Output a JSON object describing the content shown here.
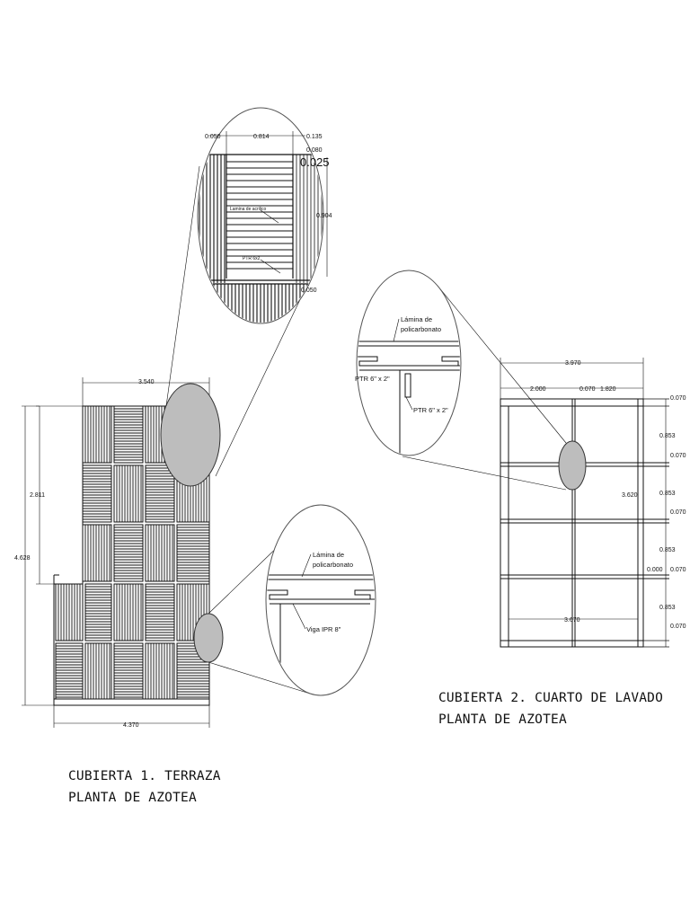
{
  "drawing1": {
    "title_line1": "CUBIERTA 1. TERRAZA",
    "title_line2": "PLANTA DE AZOTEA",
    "dims": {
      "top_width": "3.540",
      "bottom_width": "4.370",
      "left_inner_height": "2.811",
      "left_outer_height": "4.628"
    },
    "detail_top": {
      "dims": {
        "d1": "0.050",
        "d2": "0.814",
        "d3": "0.135",
        "d4": "0.080",
        "d5": "0.025",
        "d6": "0.904",
        "d7": "0.050"
      },
      "note1": "Lamina de acrilico",
      "note2": "PTR 6x2"
    },
    "detail_bottom": {
      "note1_line1": "Lámina de",
      "note1_line2": "policarbonato",
      "note2": "Viga IPR 8\""
    }
  },
  "drawing2": {
    "title_line1": "CUBIERTA 2. CUARTO DE LAVADO",
    "title_line2": "PLANTA DE AZOTEA",
    "dims": {
      "overall_width": "3.970",
      "w1": "2.000",
      "w2": "0.070",
      "w3": "1.820",
      "height": "3.620",
      "inner_width": "3.670",
      "r1": "0.070",
      "r2": "0.853",
      "r3": "0.070",
      "r4": "0.853",
      "r5": "0.070",
      "r6": "0.853",
      "r7": "0.070",
      "r8": "0.853",
      "r9": "0.070",
      "mid": "0.000"
    },
    "detail": {
      "note1_line1": "Lámina de",
      "note1_line2": "policarbonato",
      "note2": "PTR 6\" x 2\"",
      "note3": "PTR 6\" x 2\""
    }
  }
}
